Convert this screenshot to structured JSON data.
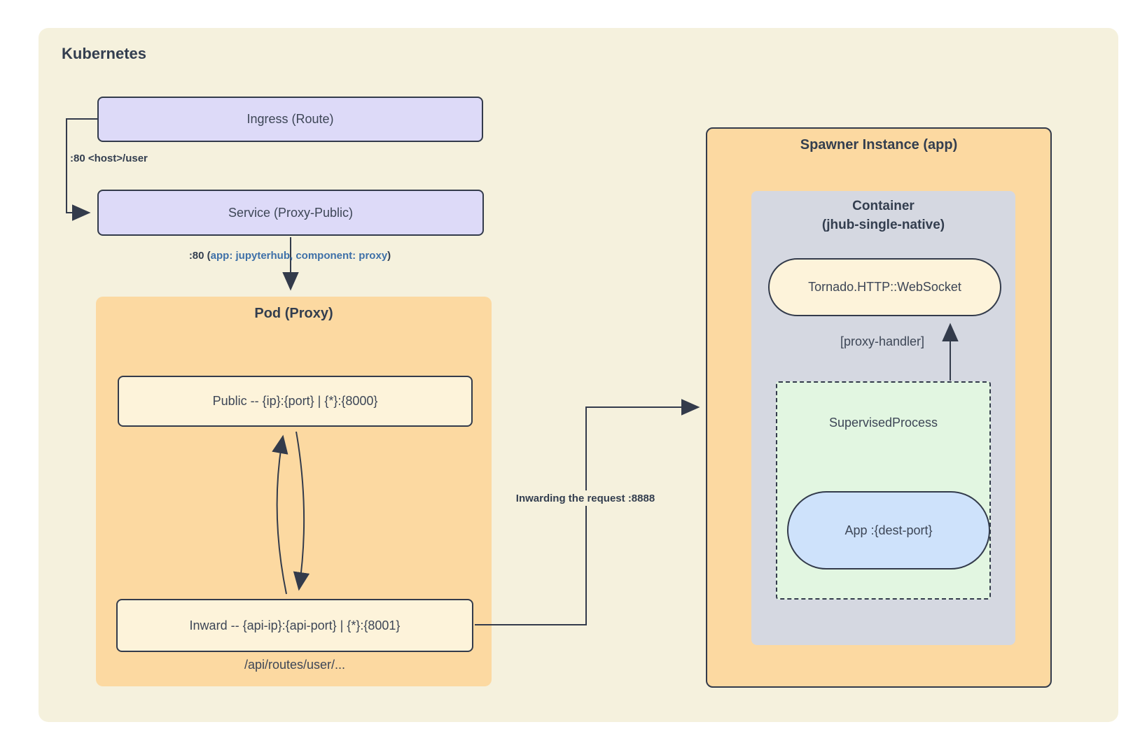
{
  "colors": {
    "bg-page": "#ffffff",
    "bg-beige": "#f5f1dd",
    "lavender": "#dddaf8",
    "orange": "#fcd9a1",
    "cream": "#fdf3da",
    "gray": "#d5d8e1",
    "green": "#e2f6e1",
    "blue-pill": "#cee2fb",
    "line": "#333b4b",
    "text": "#3d4656",
    "text-bold": "#333e4f",
    "blue-text": "#3e70a8"
  },
  "kubernetes": {
    "title": "Kubernetes",
    "ingress": {
      "label": "Ingress (Route)"
    },
    "service": {
      "label": "Service (Proxy-Public)"
    },
    "edge_ingress_service": {
      "label": ":80 <host>/user"
    },
    "edge_service_pod": {
      "prefix": ":80 (",
      "highlight": "app: jupyterhub, component: proxy",
      "suffix": ")"
    },
    "pod": {
      "title": "Pod (Proxy)",
      "public": {
        "label": "Public -- {ip}:{port} | {*}:{8000}"
      },
      "inward": {
        "label": "Inward -- {api-ip}:{api-port} | {*}:{8001}"
      },
      "routes_note": "/api/routes/user/..."
    },
    "edge_inward_spawner": {
      "label": "Inwarding the request :8888"
    },
    "spawner": {
      "title": "Spawner Instance (app)",
      "container": {
        "title_line1": "Container",
        "title_line2": "(jhub-single-native)",
        "websocket": {
          "label": "Tornado.HTTP::WebSocket"
        },
        "edge_proxy_handler": {
          "label": "[proxy-handler]"
        },
        "supervised": {
          "title": "SupervisedProcess",
          "app": {
            "label": "App :{dest-port}"
          }
        }
      }
    }
  }
}
